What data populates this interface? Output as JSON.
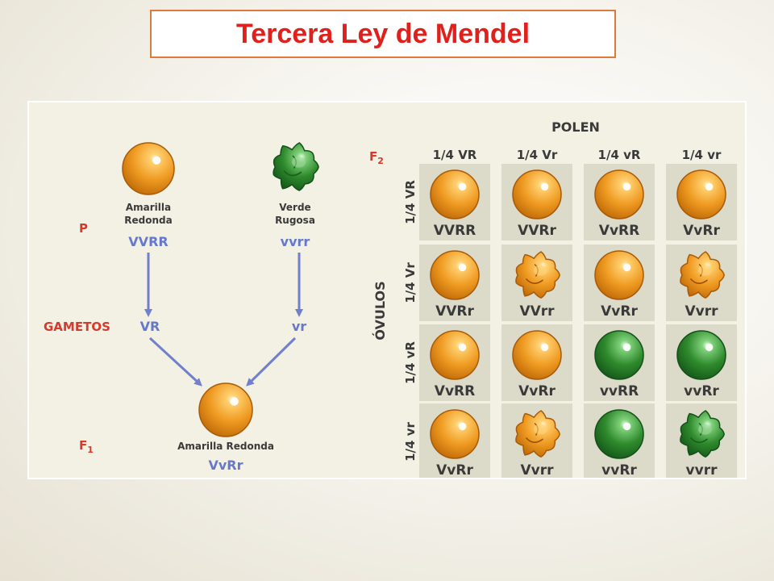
{
  "title": "Tercera Ley de Mendel",
  "colors": {
    "title_text": "#e0201c",
    "title_border": "#e07a3a",
    "panel_bg": "#f2f1e4",
    "cell_bg": "#dcdac8",
    "label_red": "#d43a2e",
    "genotype_blue": "#6678cc",
    "dark_text": "#3a3a3a",
    "arrow": "#7080cc",
    "yellow_seed": "#ef9b22",
    "green_seed": "#2f8a2c"
  },
  "cross": {
    "generation_p": "P",
    "gametes_label": "GAMETOS",
    "generation_f1": "F",
    "generation_f1_sub": "1",
    "parent1": {
      "phenotype_line1": "Amarilla",
      "phenotype_line2": "Redonda",
      "genotype": "VVRR",
      "gamete": "VR",
      "seed": "yellow-round"
    },
    "parent2": {
      "phenotype_line1": "Verde",
      "phenotype_line2": "Rugosa",
      "genotype": "vvrr",
      "gamete": "vr",
      "seed": "green-wrinkled"
    },
    "f1": {
      "phenotype": "Amarilla Redonda",
      "genotype": "VvRr",
      "seed": "yellow-round"
    }
  },
  "punnett": {
    "generation_f2": "F",
    "generation_f2_sub": "2",
    "pollen_label": "POLEN",
    "ovules_label": "ÓVULOS",
    "pollen_gametes": [
      "1/4 VR",
      "1/4 Vr",
      "1/4 vR",
      "1/4 vr"
    ],
    "ovule_gametes": [
      "1/4 VR",
      "1/4 Vr",
      "1/4 vR",
      "1/4 vr"
    ],
    "cells": [
      [
        {
          "genotype": "VVRR",
          "seed": "yellow-round"
        },
        {
          "genotype": "VVRr",
          "seed": "yellow-round"
        },
        {
          "genotype": "VvRR",
          "seed": "yellow-round"
        },
        {
          "genotype": "VvRr",
          "seed": "yellow-round"
        }
      ],
      [
        {
          "genotype": "VVRr",
          "seed": "yellow-round"
        },
        {
          "genotype": "VVrr",
          "seed": "yellow-wrinkled"
        },
        {
          "genotype": "VvRr",
          "seed": "yellow-round"
        },
        {
          "genotype": "Vvrr",
          "seed": "yellow-wrinkled"
        }
      ],
      [
        {
          "genotype": "VvRR",
          "seed": "yellow-round"
        },
        {
          "genotype": "VvRr",
          "seed": "yellow-round"
        },
        {
          "genotype": "vvRR",
          "seed": "green-round"
        },
        {
          "genotype": "vvRr",
          "seed": "green-round"
        }
      ],
      [
        {
          "genotype": "VvRr",
          "seed": "yellow-round"
        },
        {
          "genotype": "Vvrr",
          "seed": "yellow-wrinkled"
        },
        {
          "genotype": "vvRr",
          "seed": "green-round"
        },
        {
          "genotype": "vvrr",
          "seed": "green-wrinkled"
        }
      ]
    ]
  }
}
